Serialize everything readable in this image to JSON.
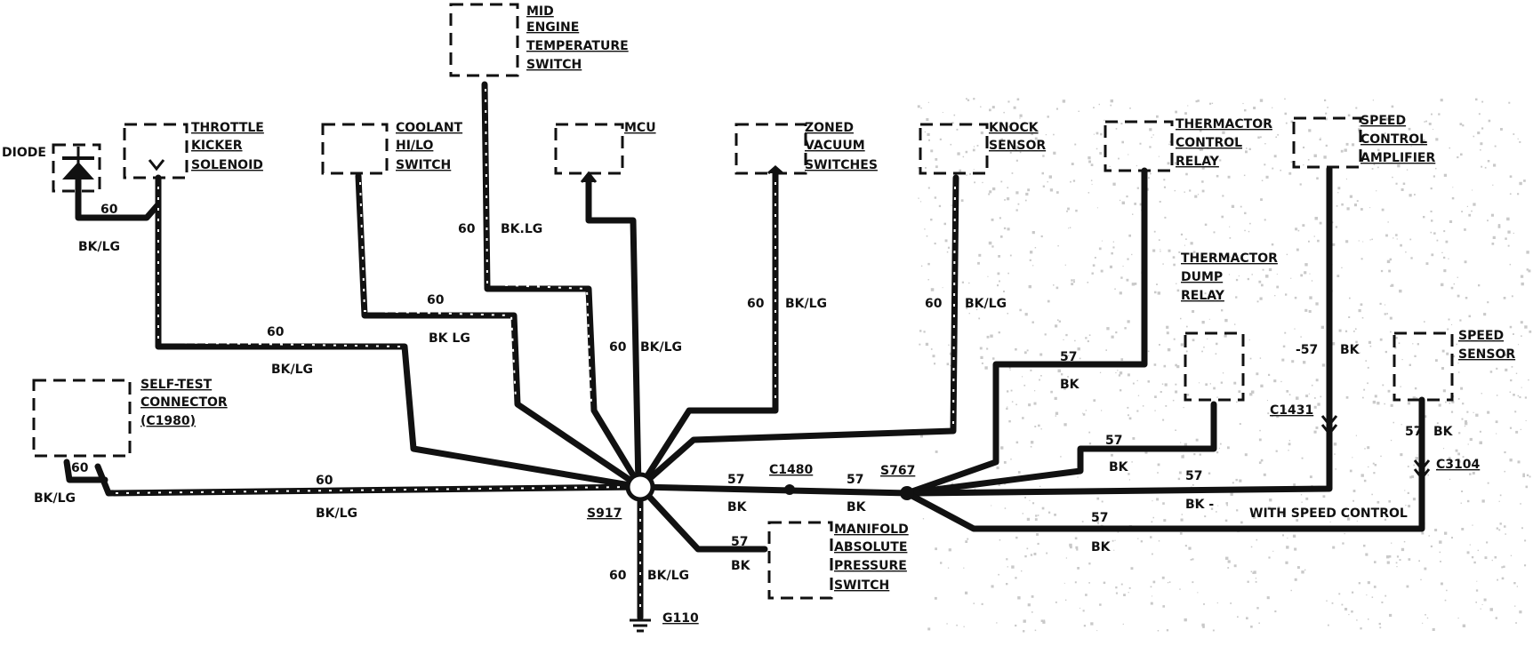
{
  "components": {
    "mid_engine_temp": [
      "MID",
      "ENGINE",
      "TEMPERATURE",
      "SWITCH"
    ],
    "diode": "DIODE",
    "throttle_kicker": [
      "THROTTLE",
      "KICKER",
      "SOLENOID"
    ],
    "coolant_switch": [
      "COOLANT",
      "HI/LO",
      "SWITCH"
    ],
    "mcu": "MCU",
    "zoned_vacuum": [
      "ZONED",
      "VACUUM",
      "SWITCHES"
    ],
    "knock_sensor": [
      "KNOCK",
      "SENSOR"
    ],
    "thermactor_control": [
      "THERMACTOR",
      "CONTROL",
      "RELAY"
    ],
    "speed_control_amp": [
      "SPEED",
      "CONTROL",
      "AMPLIFIER"
    ],
    "thermactor_dump": [
      "THERMACTOR",
      "DUMP",
      "RELAY"
    ],
    "speed_sensor": [
      "SPEED",
      "SENSOR"
    ],
    "self_test": [
      "SELF-TEST",
      "CONNECTOR",
      "(C1980)"
    ],
    "map_switch": [
      "MANIFOLD",
      "ABSOLUTE",
      "PRESSURE",
      "SWITCH"
    ]
  },
  "wires": {
    "w60": "60",
    "w57": "57",
    "bklg": "BK/LG",
    "bk_lg_spaced": "BK LG",
    "bk_lg_dot": "BK.LG",
    "bk": "BK",
    "bk_dash": "BK -",
    "w57_dash": "-57",
    "bk_lg_g": "BK/LG"
  },
  "splices": {
    "s917": "S917",
    "s767": "S767",
    "c1480": "C1480",
    "c1431": "C1431",
    "c3104": "C3104",
    "g110": "G110"
  },
  "notes": {
    "with_speed_control": "WITH SPEED CONTROL"
  }
}
